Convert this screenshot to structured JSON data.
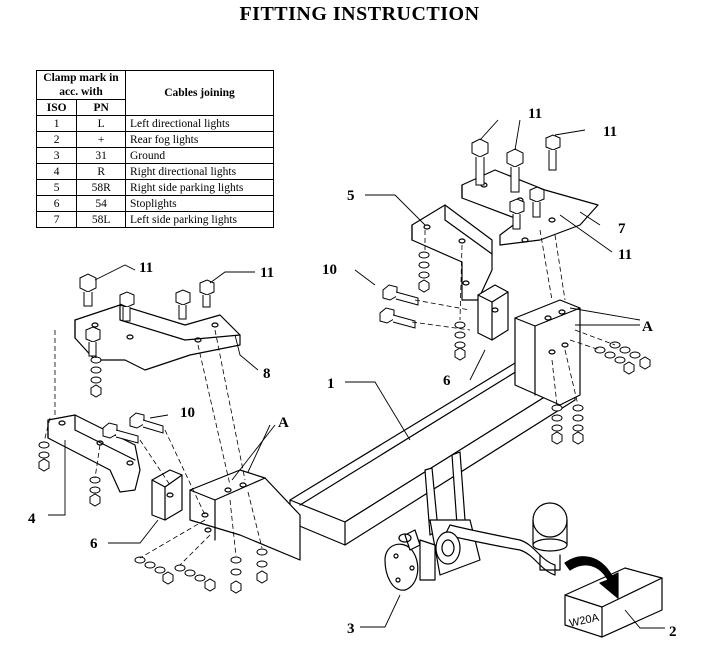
{
  "title": "FITTING INSTRUCTION",
  "table": {
    "header_clamp": "Clamp mark in acc. with",
    "header_iso": "ISO",
    "header_pn": "PN",
    "header_cables": "Cables joining",
    "rows": [
      {
        "iso": "1",
        "pn": "L",
        "cable": "Left directional lights"
      },
      {
        "iso": "2",
        "pn": "+",
        "cable": "Rear fog lights"
      },
      {
        "iso": "3",
        "pn": "31",
        "cable": "Ground"
      },
      {
        "iso": "4",
        "pn": "R",
        "cable": "Right directional lights"
      },
      {
        "iso": "5",
        "pn": "58R",
        "cable": "Right side parking lights"
      },
      {
        "iso": "6",
        "pn": "54",
        "cable": "Stoplights"
      },
      {
        "iso": "7",
        "pn": "58L",
        "cable": "Left side parking lights"
      }
    ]
  },
  "labels": {
    "l1": "1",
    "l2": "2",
    "l3": "3",
    "l4": "4",
    "l5": "5",
    "l6a": "6",
    "l6b": "6",
    "l7": "7",
    "l8": "8",
    "l10a": "10",
    "l10b": "10",
    "l11a": "11",
    "l11b": "11",
    "l11c": "11",
    "l11d": "11",
    "l11e": "11",
    "la1": "A",
    "la2": "A"
  },
  "box_label": "W20A"
}
